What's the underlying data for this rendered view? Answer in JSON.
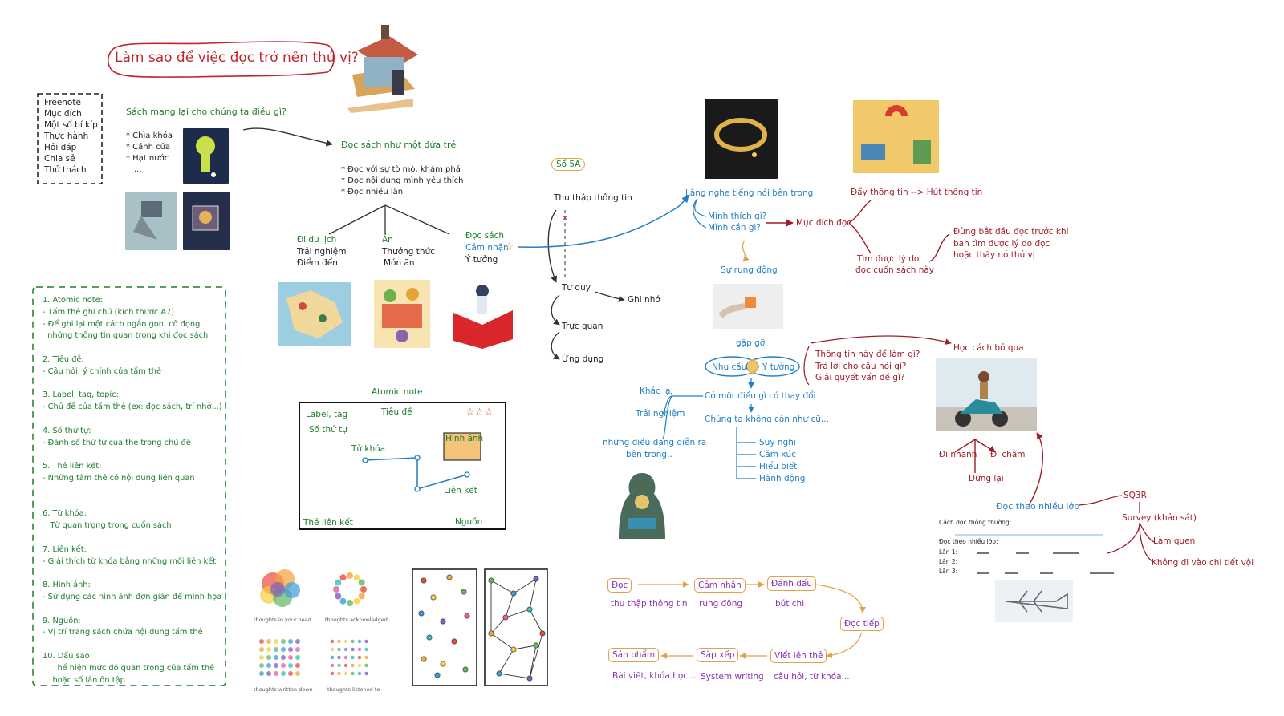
{
  "title": "Làm sao để việc đọc trở nên thú vị?",
  "freenote_box": [
    "Freenote",
    "Mục đích",
    "Một số bí kíp",
    "Thực hành",
    "Hỏi   đáp",
    "Chia sẻ",
    "Thử thách"
  ],
  "question": "Sách mang lại cho chúng ta điều gì?",
  "key_list": [
    "* Chìa khóa",
    "* Cánh cửa",
    "* Hạt nước",
    "..."
  ],
  "child_reading": {
    "heading": "Đọc sách như một đứa trẻ",
    "items": [
      "* Đọc với sự tò mò, khám phá",
      "* Đọc nội dung mình yêu thích",
      "* Đọc nhiều lần"
    ]
  },
  "travel": {
    "heading": "Đi du lịch",
    "lines": [
      "Trải nghiệm",
      "Điểm đến"
    ]
  },
  "eat": {
    "heading": "Ăn",
    "lines": [
      "Thưởng thức",
      "Món ăn"
    ]
  },
  "read_books": {
    "heading": "Đọc sách",
    "line_blue": "Cảm nhận",
    "line_dark": "Ý tưởng"
  },
  "so5a": "Sổ 5A",
  "thinking_flow": {
    "collect": "Thu thập thông tin",
    "think": "Tư duy",
    "memory": "Ghi nhớ",
    "visual": "Trực quan",
    "apply": "Ứng dụng"
  },
  "listen": {
    "heading": "Lắng nghe tiếng nói bên trong",
    "like": "Mình thích gì?",
    "need": "Mình cần gì?",
    "purpose": "Mục đích đọc",
    "push_pull": "Đẩy thông tin --> Hút thông tin",
    "reason": [
      "Tìm được lý do",
      "đọc cuốn sách này"
    ],
    "advice": [
      "Đừng bắt đầu đọc trước khi",
      "bạn tìm được lý do đọc",
      "hoặc thấy nó thú vị"
    ]
  },
  "resonance": {
    "heading": "Sự rung động",
    "meet": "gặp gỡ",
    "need": "Nhu cầu",
    "idea": "Ý tưởng",
    "change": "Có một điều gì có thay đổi",
    "different": "Khác lạ",
    "experience": "Trải nghiệm",
    "inside": [
      "những điều đang diễn ra",
      "bên trong.."
    ],
    "not_same": "Chúng ta không còn như cũ...",
    "outcomes": [
      "Suy nghĩ",
      "Cảm xúc",
      "Hiểu biết",
      "Hành động"
    ]
  },
  "skip": {
    "questions": [
      "Thông tin này để làm gì?",
      "Trả lời cho câu hỏi gì?",
      "Giải quyết vấn đề gì?"
    ],
    "heading": "Học cách bỏ qua",
    "fast": "Đi nhanh",
    "slow": "Đi chậm",
    "stop": "Dừng lại"
  },
  "layers": {
    "heading": "Đọc theo nhiều lớp",
    "sq3r": "SQ3R",
    "survey": "Survey (khảo sát)",
    "skim": "Làm quen",
    "detail": "Không đi vào chi tiết vội",
    "normal": "Cách đọc thông thường:",
    "multi": "Đọc theo nhiều lớp:",
    "rounds": [
      "Lần 1:",
      "Lần 2:",
      "Lần 3:"
    ]
  },
  "atomic_list": [
    "1. Atomic note:",
    "- Tấm thẻ ghi chú (kích thước A7)",
    "- Để ghi lại một cách ngắn gọn, cô đọng",
    "  những thông tin quan trọng khi đọc sách",
    "",
    "2. Tiêu đề:",
    "- Câu hỏi, ý chính của tấm thẻ",
    "",
    "3. Label, tag, topic:",
    "- Chủ đề của tấm thẻ (ex: đọc sách, trí nhớ...)",
    "",
    "4. Số thứ tự:",
    "- Đánh số thứ tự của thẻ trong chủ đề",
    "",
    "5. Thẻ liên kết:",
    "- Những tấm thẻ có nội dung liên quan",
    "",
    "",
    "6. Từ khóa:",
    "   Từ quan trọng trong cuốn sách",
    "",
    "7. Liên kết:",
    "- Giải thích từ khóa bằng những mối liên kết",
    "",
    "8. Hình ảnh:",
    "- Sử dụng các hình ảnh đơn giản để minh họa",
    "",
    "9. Nguồn:",
    "- Vị trí trang sách chứa nội dung tấm thẻ",
    "",
    "10. Dấu sao:",
    "    Thể hiện mức độ quan trọng của tấm thẻ",
    "    hoặc số lần ôn tập"
  ],
  "atomic_card": {
    "caption": "Atomic note",
    "label": "Label, tag",
    "title": "Tiêu đề",
    "number": "Số thứ tự",
    "keyword": "Từ khóa",
    "image": "Hình ảnh",
    "link": "Liên kết",
    "linked": "Thẻ liên kết",
    "source": "Nguồn",
    "stars": "☆☆☆"
  },
  "thought_captions": [
    "thoughts in your head",
    "thoughts acknowledged",
    "thoughts written down",
    "thoughts listened to"
  ],
  "process": {
    "steps": [
      {
        "label": "Đọc",
        "sub": "thu thập thông tin"
      },
      {
        "label": "Cảm nhận",
        "sub": "rung động"
      },
      {
        "label": "Đánh dấu",
        "sub": "bút chì"
      },
      {
        "label": "Đọc tiếp",
        "sub": ""
      },
      {
        "label": "Viết lên thẻ",
        "sub": "câu hỏi, từ khóa..."
      },
      {
        "label": "Sắp xếp",
        "sub": "System writing"
      },
      {
        "label": "Sản phẩm",
        "sub": "Bài viết, khóa học..."
      }
    ]
  },
  "colors": {
    "title_red": "#c0252e",
    "green": "#1d7d2a",
    "blue": "#1f7fc4",
    "red": "#a01c28",
    "purple": "#8a2fb0",
    "orange": "#e3a14a"
  }
}
